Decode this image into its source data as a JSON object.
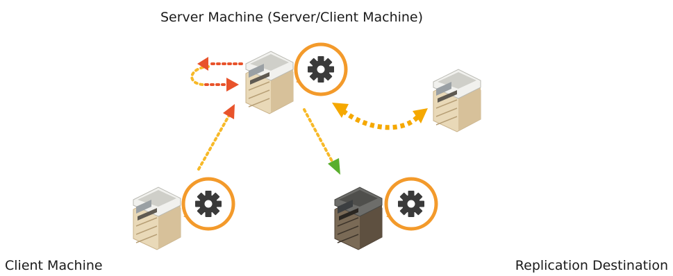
{
  "labels": {
    "server": "Server Machine (Server/Client Machine)",
    "client": "Client Machine",
    "replication": "Replication Destination"
  },
  "colors": {
    "red_arrow": "#e8532b",
    "yellow_arrow": "#f5a800",
    "green_arrow": "#5aae2d",
    "dots": "#f7b928",
    "badge_ring": "#f39a2b",
    "gear": "#3a3a3a",
    "printer_body": "#e2cfa9",
    "printer_dark": "#6a5a48"
  }
}
